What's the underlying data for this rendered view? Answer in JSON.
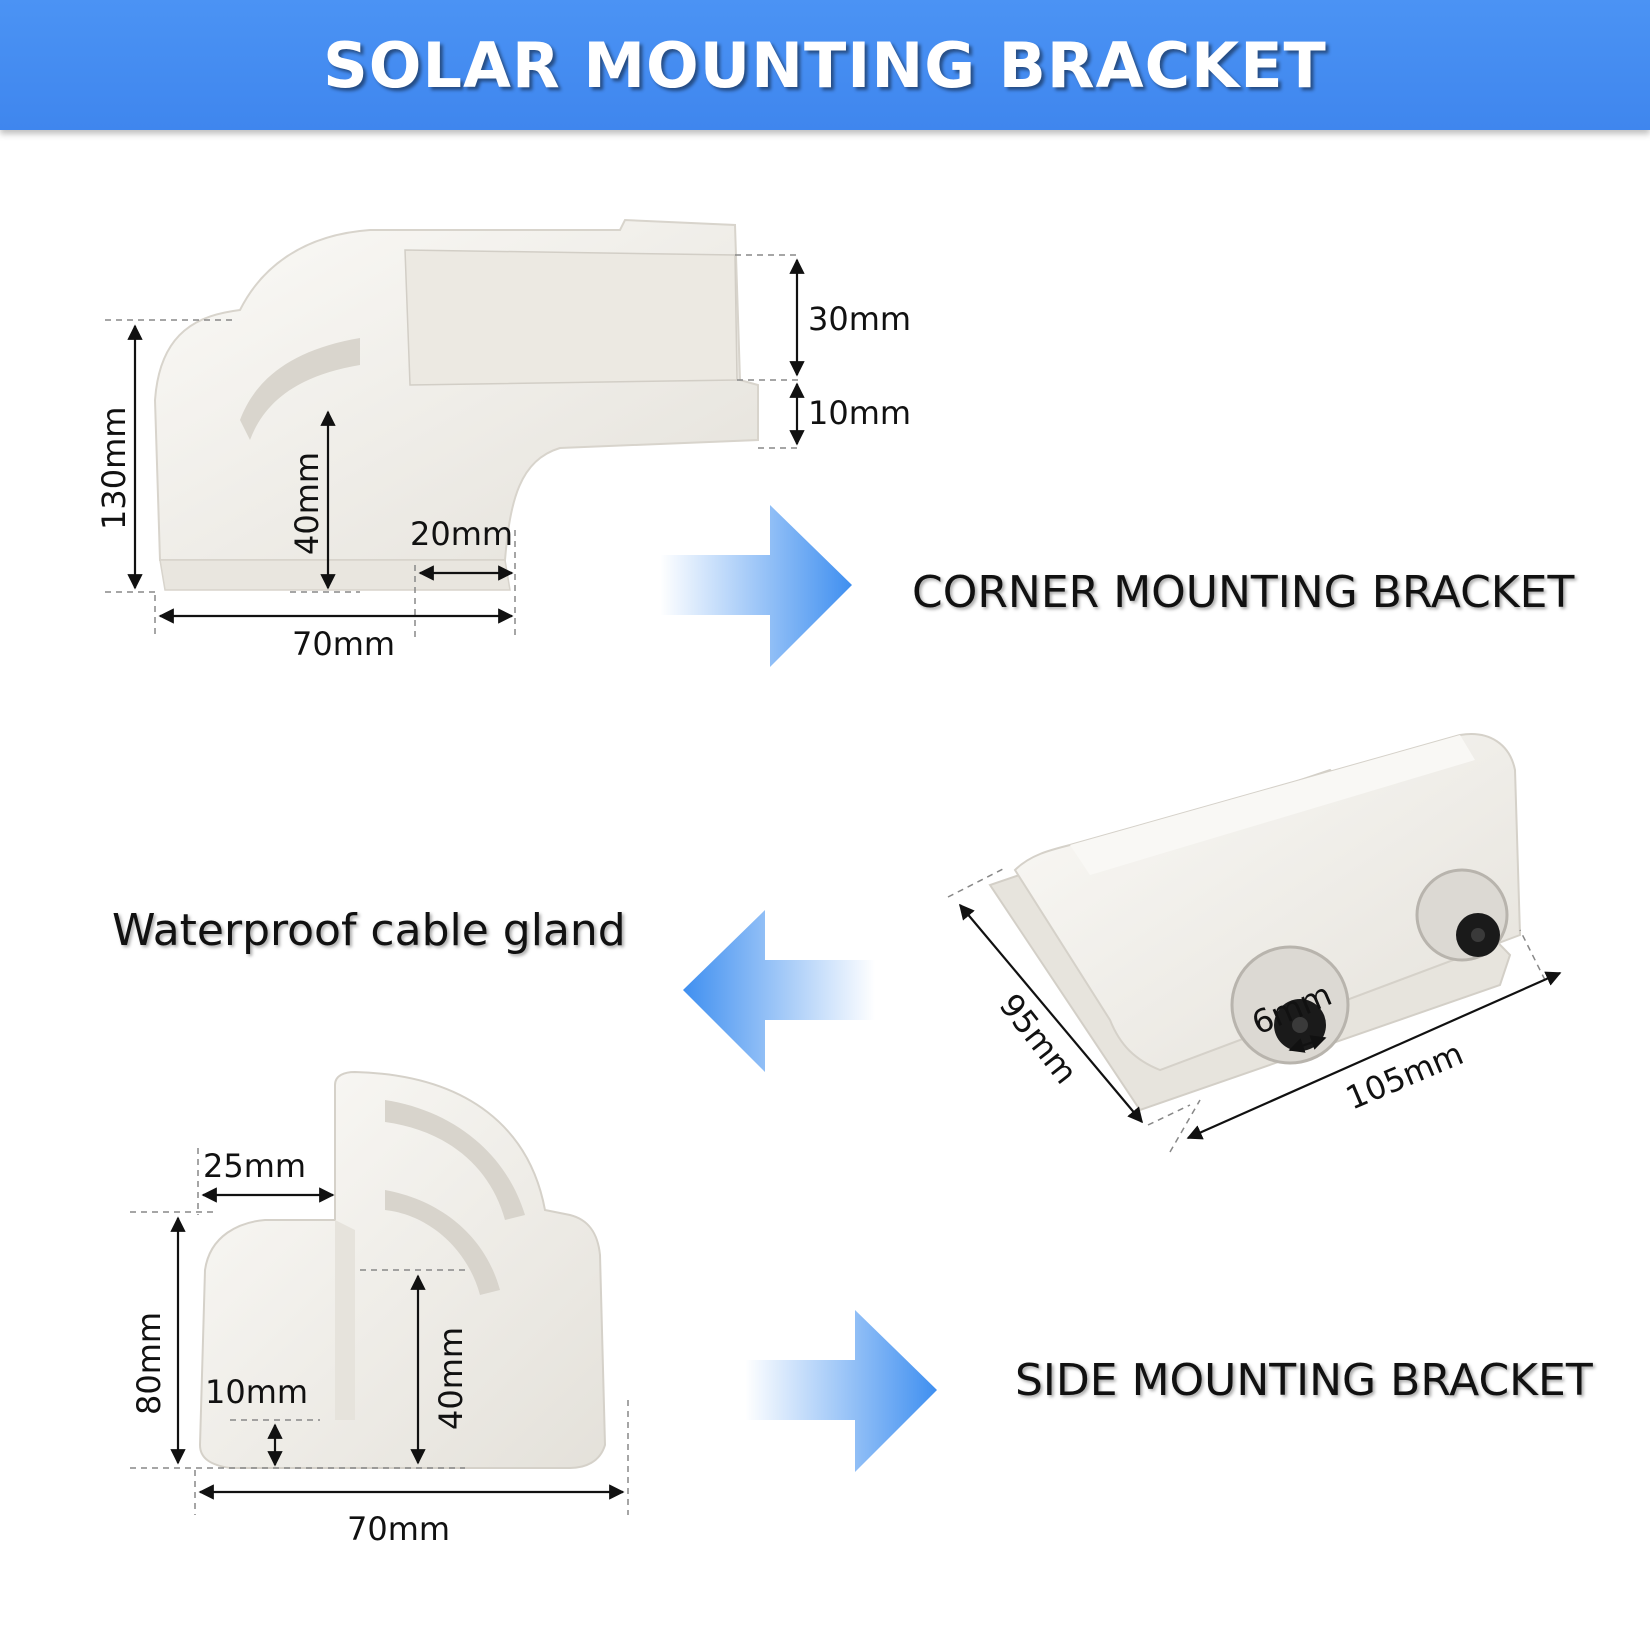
{
  "banner": {
    "title": "SOLAR MOUNTING BRACKET"
  },
  "labels": {
    "corner": "CORNER MOUNTING BRACKET",
    "gland": "Waterproof cable gland",
    "side": "SIDE MOUNTING BRACKET"
  },
  "corner_dims": {
    "d30": "30mm",
    "d10": "10mm",
    "d130": "130mm",
    "d40": "40mm",
    "d20": "20mm",
    "d70": "70mm"
  },
  "gland_dims": {
    "d6": "6mm",
    "d95": "95mm",
    "d105": "105mm"
  },
  "side_dims": {
    "d25": "25mm",
    "d80": "80mm",
    "d10": "10mm",
    "d40": "40mm",
    "d70": "70mm"
  },
  "colors": {
    "banner": "#4289f0",
    "arrow": "#3f8ff0",
    "part": "#f3f1ed"
  }
}
